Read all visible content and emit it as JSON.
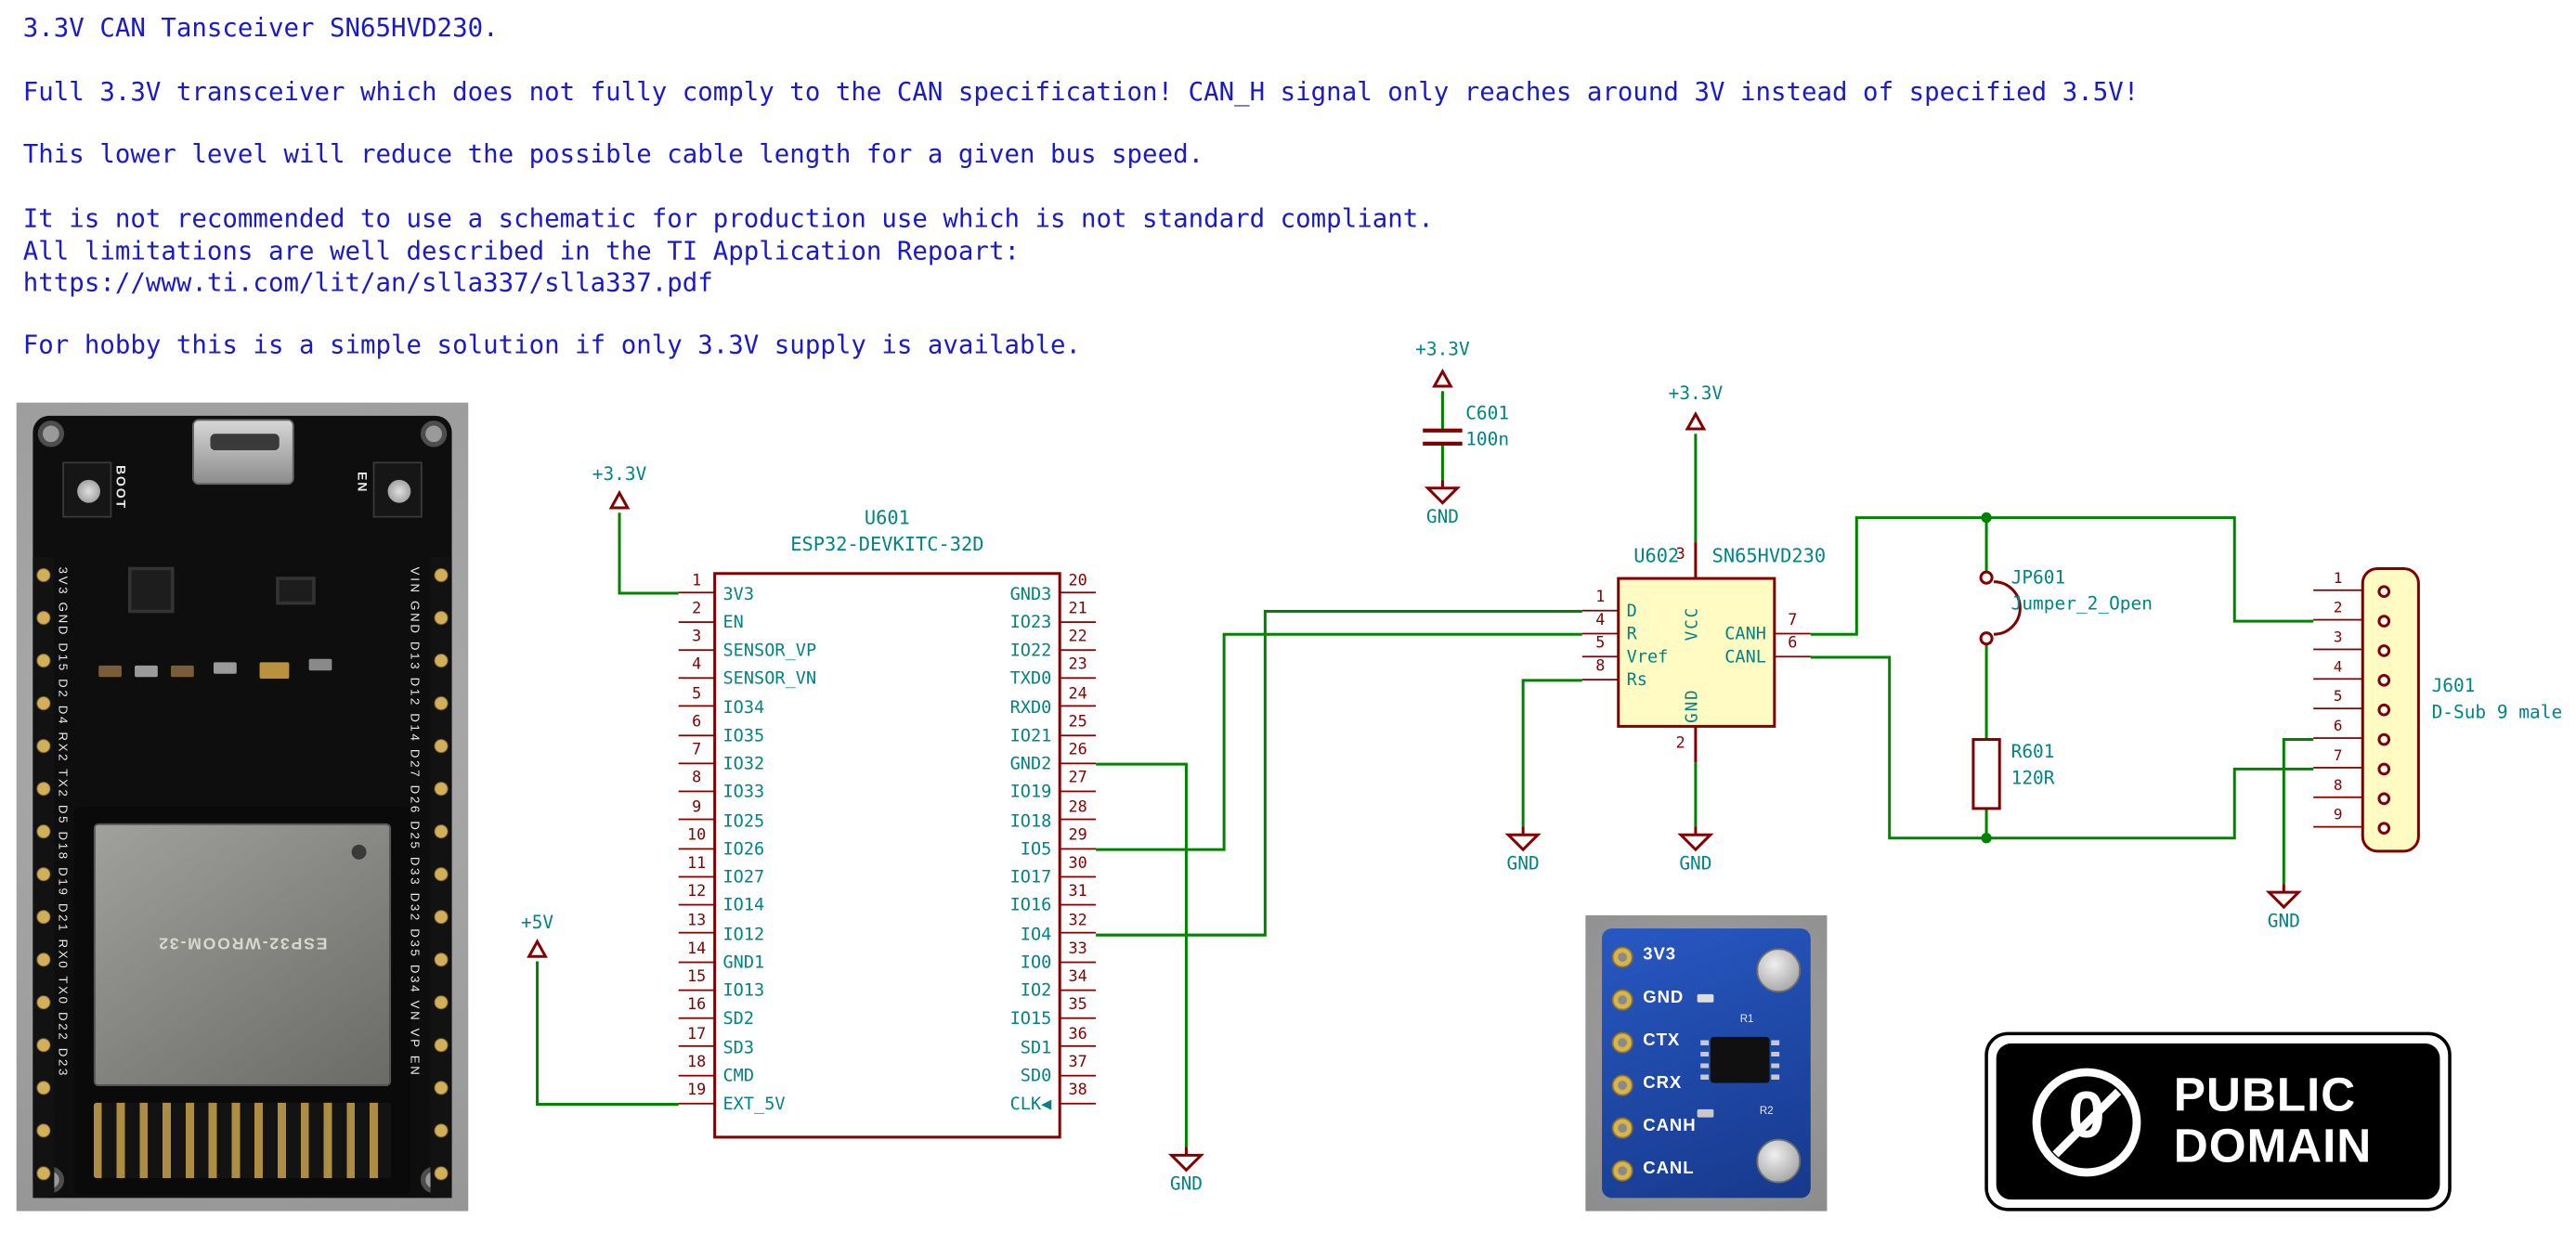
{
  "notes": {
    "lines": [
      "3.3V CAN Tansceiver SN65HVD230.",
      "Full 3.3V transceiver which does not fully comply to the CAN specification! CAN_H signal only reaches around 3V instead of specified 3.5V!",
      "This lower level will reduce the possible cable length for a given bus speed.",
      "It is not recommended to use a schematic for production use which is not standard compliant.",
      "All limitations are well described in the TI Application Repoart:",
      "https://www.ti.com/lit/an/slla337/slla337.pdf",
      "For hobby this is a simple solution if only 3.3V supply is available."
    ]
  },
  "schematic": {
    "power": {
      "v33": "+3.3V",
      "v5": "+5V",
      "gnd": "GND"
    },
    "u601": {
      "ref": "U601",
      "value": "ESP32-DEVKITC-32D",
      "left_pins": [
        {
          "num": "1",
          "name": "3V3"
        },
        {
          "num": "2",
          "name": "EN"
        },
        {
          "num": "3",
          "name": "SENSOR_VP"
        },
        {
          "num": "4",
          "name": "SENSOR_VN"
        },
        {
          "num": "5",
          "name": "IO34"
        },
        {
          "num": "6",
          "name": "IO35"
        },
        {
          "num": "7",
          "name": "IO32"
        },
        {
          "num": "8",
          "name": "IO33"
        },
        {
          "num": "9",
          "name": "IO25"
        },
        {
          "num": "10",
          "name": "IO26"
        },
        {
          "num": "11",
          "name": "IO27"
        },
        {
          "num": "12",
          "name": "IO14"
        },
        {
          "num": "13",
          "name": "IO12"
        },
        {
          "num": "14",
          "name": "GND1"
        },
        {
          "num": "15",
          "name": "IO13"
        },
        {
          "num": "16",
          "name": "SD2"
        },
        {
          "num": "17",
          "name": "SD3"
        },
        {
          "num": "18",
          "name": "CMD"
        },
        {
          "num": "19",
          "name": "EXT_5V"
        }
      ],
      "right_pins": [
        {
          "num": "20",
          "name": "GND3"
        },
        {
          "num": "21",
          "name": "IO23"
        },
        {
          "num": "22",
          "name": "IO22"
        },
        {
          "num": "23",
          "name": "TXD0"
        },
        {
          "num": "24",
          "name": "RXD0"
        },
        {
          "num": "25",
          "name": "IO21"
        },
        {
          "num": "26",
          "name": "GND2"
        },
        {
          "num": "27",
          "name": "IO19"
        },
        {
          "num": "28",
          "name": "IO18"
        },
        {
          "num": "29",
          "name": "IO5"
        },
        {
          "num": "30",
          "name": "IO17"
        },
        {
          "num": "31",
          "name": "IO16"
        },
        {
          "num": "32",
          "name": "IO4"
        },
        {
          "num": "33",
          "name": "IO0"
        },
        {
          "num": "34",
          "name": "IO2"
        },
        {
          "num": "35",
          "name": "IO15"
        },
        {
          "num": "36",
          "name": "SD1"
        },
        {
          "num": "37",
          "name": "SD0"
        },
        {
          "num": "38",
          "name": "CLK◀"
        }
      ]
    },
    "u602": {
      "ref": "U602",
      "value": "SN65HVD230",
      "left_pins": [
        {
          "num": "1",
          "name": "D"
        },
        {
          "num": "4",
          "name": "R"
        },
        {
          "num": "5",
          "name": "Vref"
        },
        {
          "num": "8",
          "name": "Rs"
        }
      ],
      "right_pins": [
        {
          "num": "7",
          "name": "CANH"
        },
        {
          "num": "6",
          "name": "CANL"
        }
      ],
      "top_pin": {
        "num": "3",
        "name": "VCC"
      },
      "bottom_pin": {
        "num": "2",
        "name": "GND"
      }
    },
    "c601": {
      "ref": "C601",
      "value": "100n"
    },
    "jp601": {
      "ref": "JP601",
      "value": "Jumper_2_Open"
    },
    "r601": {
      "ref": "R601",
      "value": "120R"
    },
    "j601": {
      "ref": "J601",
      "value": "D-Sub 9 male",
      "pins": [
        "1",
        "2",
        "3",
        "4",
        "5",
        "6",
        "7",
        "8",
        "9"
      ]
    }
  },
  "photos": {
    "esp32_board": {
      "button_left": "BOOT",
      "button_right": "EN",
      "module_label": "ESP32-WROOM-32",
      "left_edge_labels": "3V3 GND D15 D2 D4 RX2 TX2 D5 D18 D19 D21 RX0 TX0 D22 D23",
      "right_edge_labels": "VIN GND D13 D12 D14 D27 D26 D25 D33 D32 D35 D34 VN VP EN"
    },
    "can_board": {
      "pins": [
        "3V3",
        "GND",
        "CTX",
        "CRX",
        "CANH",
        "CANL"
      ],
      "refs": [
        "R1",
        "R2"
      ]
    }
  },
  "badge": {
    "symbol": "0",
    "line1": "PUBLIC",
    "line2": "DOMAIN"
  },
  "colors": {
    "wire": "#008400",
    "symbol": "#840000",
    "label": "#008484",
    "notes": "#1a1acc",
    "symbol_fill": "#fffbc2"
  }
}
